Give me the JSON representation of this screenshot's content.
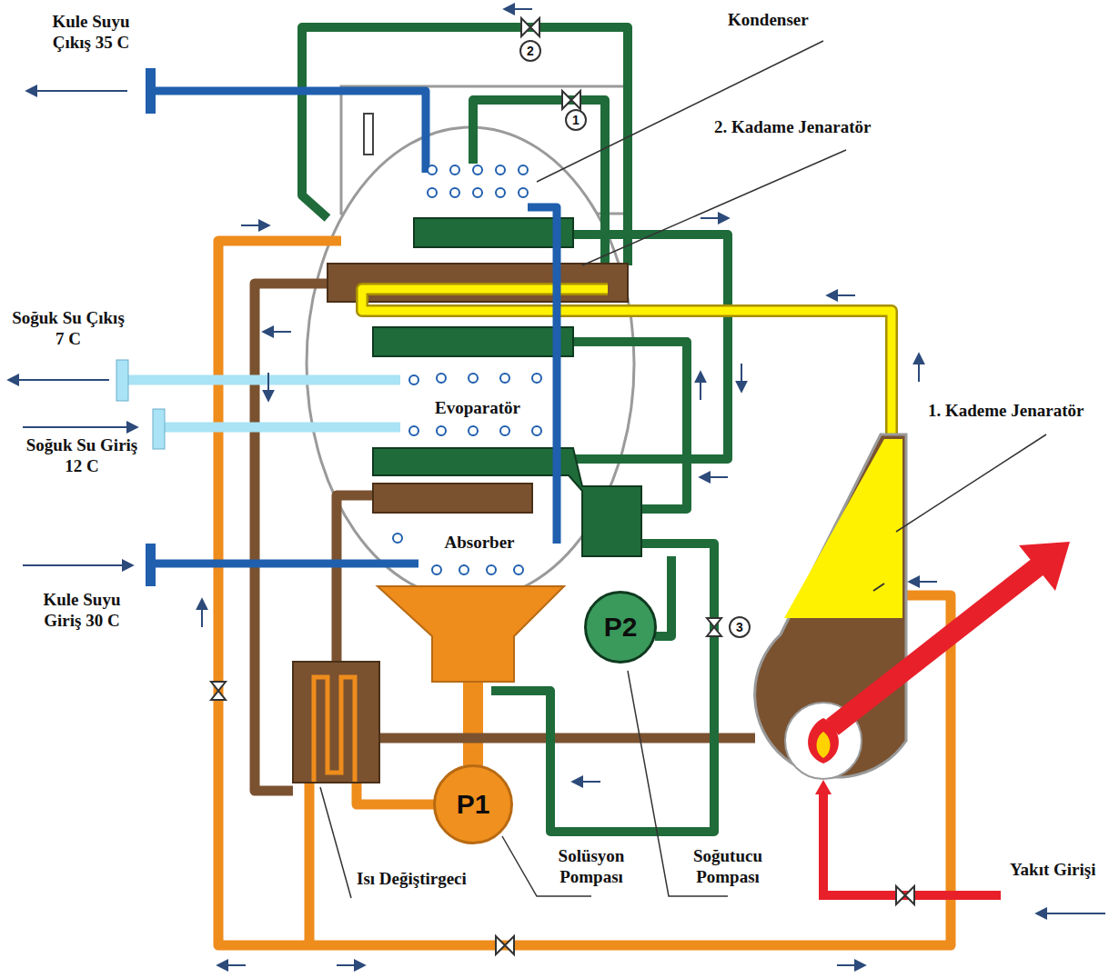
{
  "diagram": {
    "nodes": [
      {
        "text": [
          "P2"
        ]
      },
      {
        "text": [
          "P1"
        ]
      }
    ],
    "labels": [
      "Kule Suyu Çıkış 35 C",
      "Kondenser",
      "2",
      "1",
      "2. Kadame Jenaratör",
      "Soğuk Su Çıkış 7 C",
      "Evoparatör",
      "1. Kademe Jenaratör",
      "Soğuk Su Giriş 12 C",
      "Absorber",
      "Kule Suyu Giriş 30 C",
      "3",
      "Solüsyon Pompası",
      "Soğutucu Pompası",
      "Isı Değiştirgeci",
      "Yakıt Girişi"
    ]
  }
}
